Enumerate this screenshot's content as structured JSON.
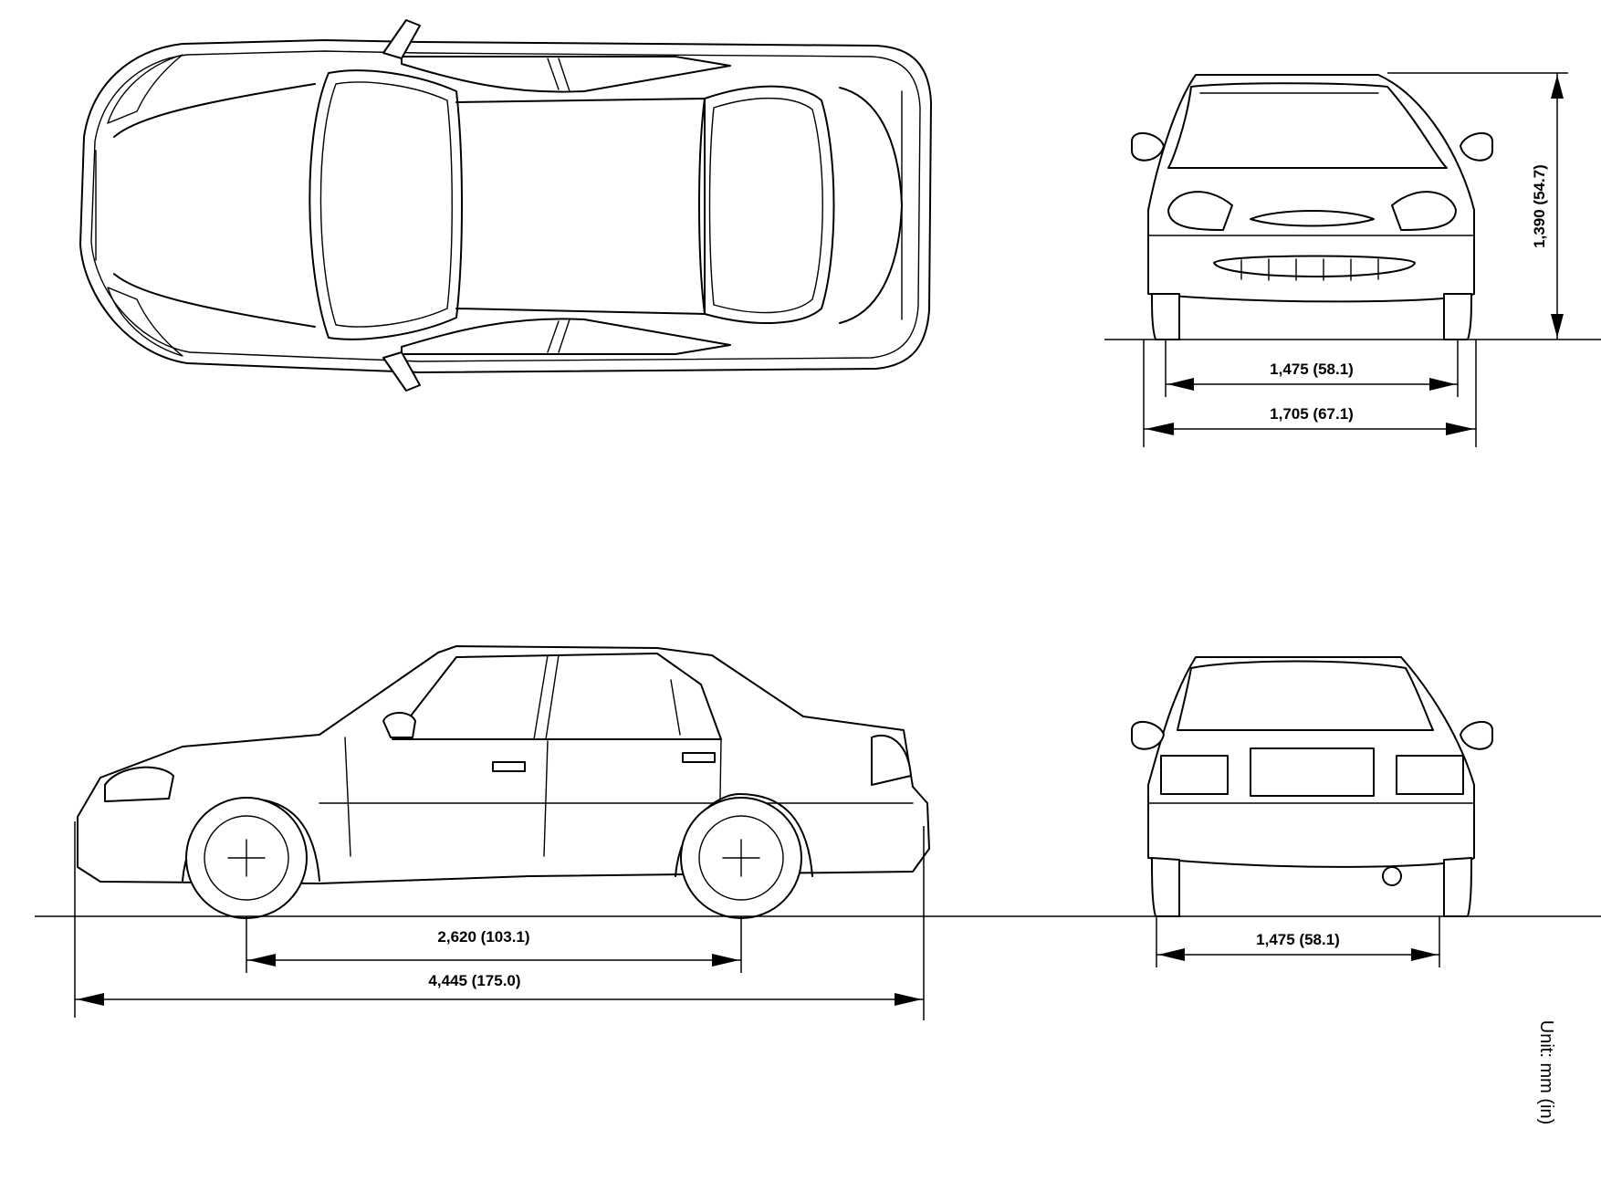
{
  "dimensions": {
    "height": "1,390 (54.7)",
    "front_tread": "1,475 (58.1)",
    "overall_width": "1,705 (67.1)",
    "wheelbase": "2,620 (103.1)",
    "overall_length": "4,445 (175.0)",
    "rear_tread": "1,475 (58.1)"
  },
  "unit_note": "Unit: mm (in)"
}
